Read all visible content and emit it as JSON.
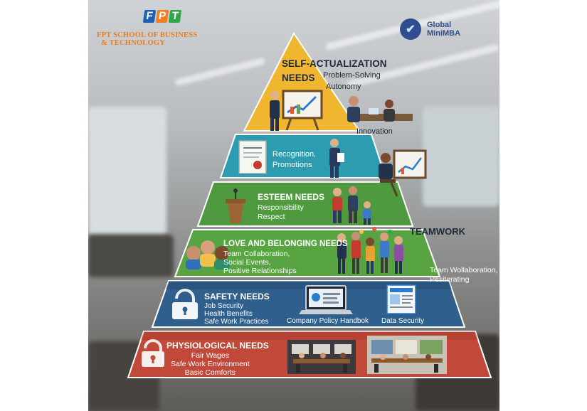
{
  "logos": {
    "fpt_letters": [
      "F",
      "P",
      "T"
    ],
    "fpt_letter_colors": [
      "#1b62b4",
      "#f07e22",
      "#2fa64a"
    ],
    "fpt_school_line1": "FPT SCHOOL OF BUSINESS",
    "fpt_school_line2": "& TECHNOLOGY",
    "mini_line1": "Global",
    "mini_line2": "MiniMBA"
  },
  "levels": {
    "self_actualization": {
      "title_line1": "SELF-ACTUALIZATION",
      "title_line2": "NEEDS",
      "items": [
        "Problem-Solving",
        "Autonomy"
      ],
      "side_label": "Innovation",
      "color": "#f0b630"
    },
    "recognition": {
      "items": [
        "Recognition,",
        "Promotions"
      ],
      "color": "#2d9cb0"
    },
    "esteem": {
      "title": "ESTEEM NEEDS",
      "items": [
        "Responsibility",
        "Respect"
      ],
      "color": "#4f9a3e"
    },
    "love": {
      "title": "LOVE AND BELONGING NEEDS",
      "items": [
        "Team Collaboration,",
        "Social Events,",
        "Positive Relationships"
      ],
      "side_title": "TEAMWORK",
      "side_lines": [
        "Team Wollaboration,",
        "Pesiterating"
      ],
      "color": "#58a443"
    },
    "safety": {
      "title": "SAFETY NEEDS",
      "items": [
        "Job Security",
        "Health Benefits",
        "Safe Work Practices"
      ],
      "handbook_label": "Company Policy Handbok",
      "data_security_label": "Data Security",
      "color": "#2f5f8c"
    },
    "physiological": {
      "title": "PHYSIOLOGICAL NEEDS",
      "items": [
        "Fair Wages",
        "Safe Work Environment",
        "Basic Comforts"
      ],
      "color": "#c1493a"
    }
  },
  "icons": [
    "presentation-board-icon",
    "meeting-icon",
    "certificate-icon",
    "podium-icon",
    "team-icon",
    "padlock-icon",
    "laptop-icon",
    "document-icon",
    "office-icon"
  ]
}
